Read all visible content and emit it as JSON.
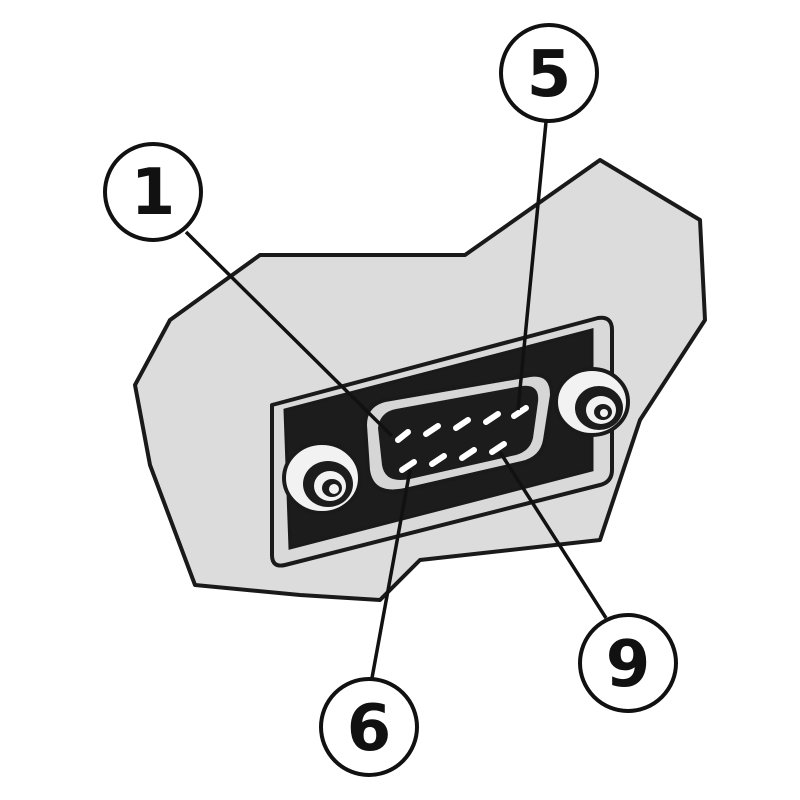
{
  "colors": {
    "background": "#ffffff",
    "panel": "#dcdcdc",
    "panel_stroke": "#1a1a1a",
    "plate": "#d9d9d9",
    "housing": "#1c1c1c",
    "hex_nut": "#f2f2f2",
    "pin": "#ffffff",
    "callout_fill": "#ffffff",
    "callout_stroke": "#111111"
  },
  "callouts": [
    {
      "label": "1",
      "pin": 1
    },
    {
      "label": "5",
      "pin": 5
    },
    {
      "label": "6",
      "pin": 6
    },
    {
      "label": "9",
      "pin": 9
    }
  ]
}
